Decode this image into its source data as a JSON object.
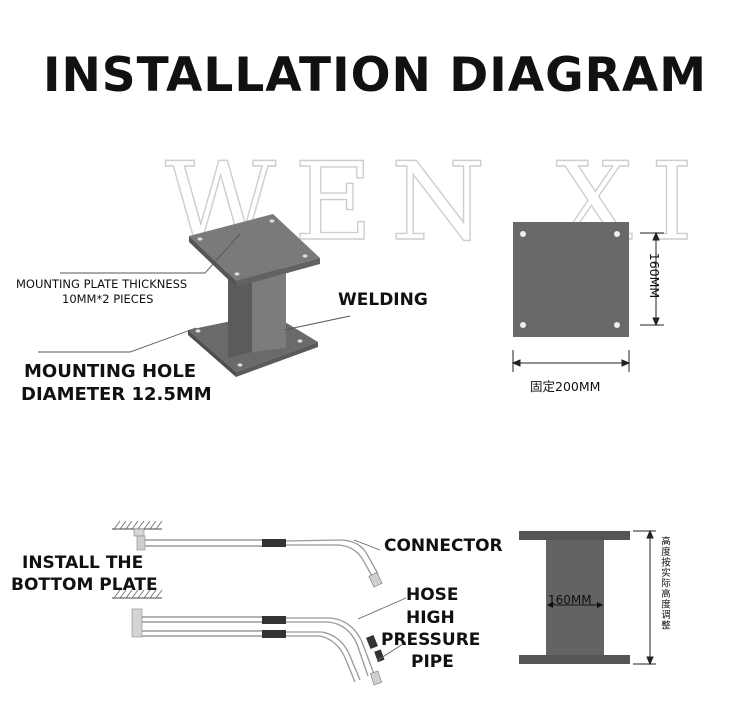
{
  "title": "INSTALLATION DIAGRAM",
  "watermark": "WEN XI",
  "labels": {
    "plate_thickness_line1": "MOUNTING PLATE THICKNESS",
    "plate_thickness_line2": "10MM*2 PIECES",
    "welding": "WELDING",
    "hole_line1": "MOUNTING HOLE",
    "hole_line2": "DIAMETER 12.5MM",
    "dim_height": "160MM",
    "dim_width": "固定200MM",
    "install_line1": "INSTALL THE",
    "install_line2": "BOTTOM PLATE",
    "connector": "CONNECTOR",
    "hose": "HOSE",
    "hp_line1": "HIGH",
    "hp_line2": "PRESSURE",
    "hp_line3": "PIPE",
    "dim_column": "160MM",
    "dim_vertical_cn": "高度按实际高度调整"
  },
  "colors": {
    "plate": "#6e6e6c",
    "plate_dark": "#555553",
    "column": "#5e5e5c",
    "text": "#111111"
  }
}
